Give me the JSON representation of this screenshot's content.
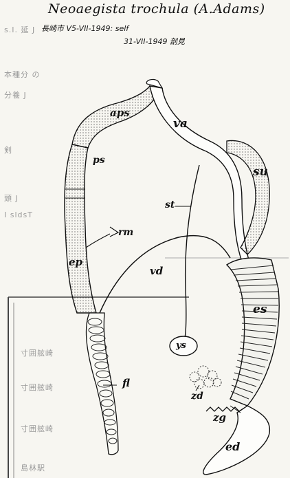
{
  "title": "Neoaegista trochula (A.Adams)",
  "notes": {
    "line1": "長崎市 V5-VII-1949: self",
    "line2": "31-VII-1949 剖見"
  },
  "labels": {
    "aps": "aps",
    "va": "va",
    "ps": "ps",
    "su": "su",
    "st": "st",
    "rm": "rm",
    "ep": "ep",
    "vd": "vd",
    "es": "es",
    "ys": "ys",
    "fl": "fl",
    "zd": "zd",
    "zg": "zg",
    "ed": "ed"
  }
}
